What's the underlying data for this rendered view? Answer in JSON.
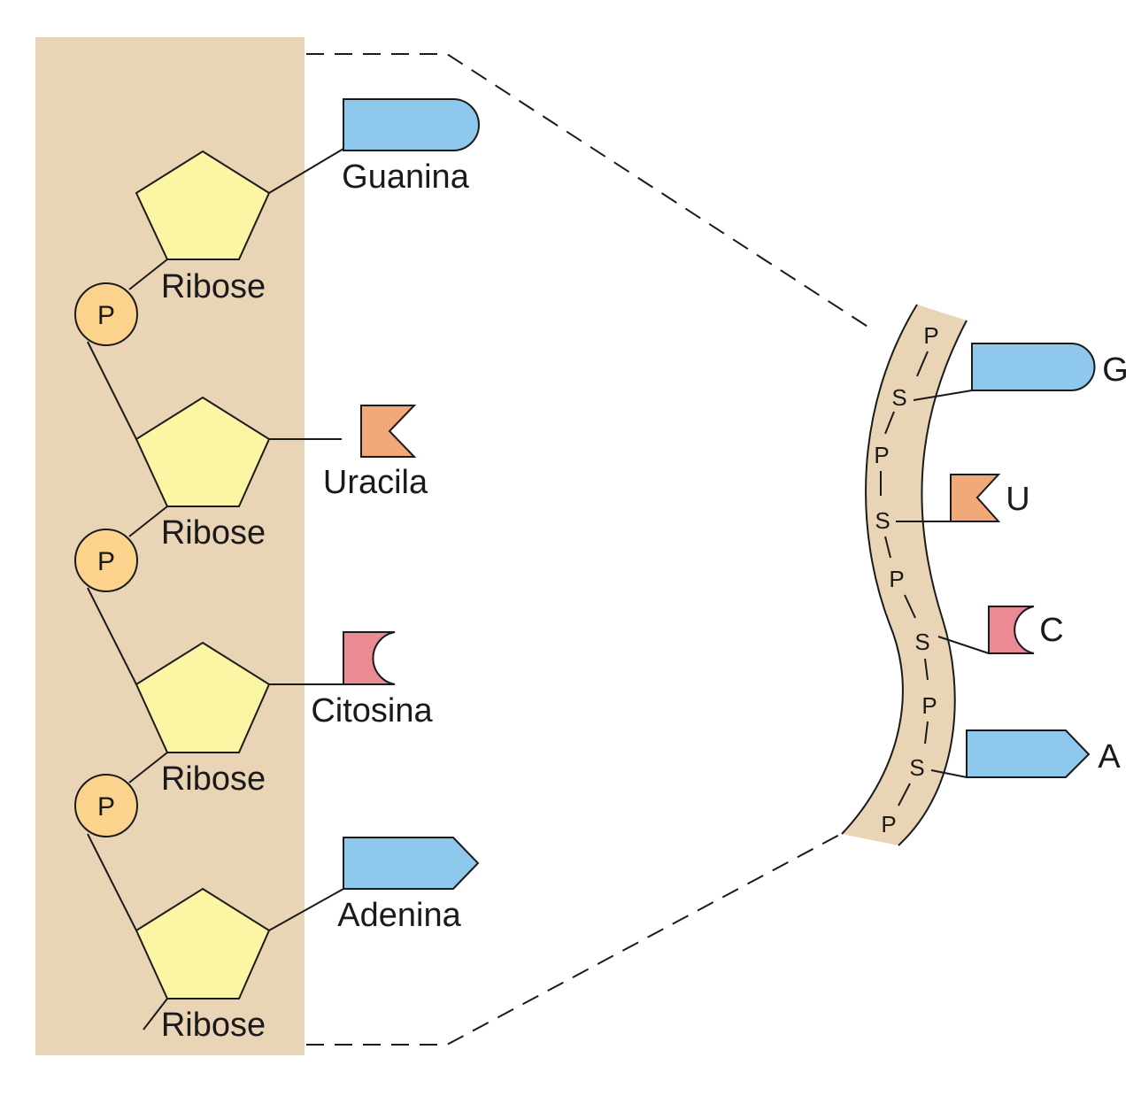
{
  "colors": {
    "background_panel": "#ead4b6",
    "sugar": "#fbf6a4",
    "phosphate": "#fbd38d",
    "purine": "#8ec8ec",
    "uracil": "#f2a97a",
    "cytosine": "#ea8a92"
  },
  "left": {
    "sugar_label": "Ribose",
    "phosphate_label": "P",
    "bases": [
      {
        "name": "Guanina",
        "shape": "rounded-tab"
      },
      {
        "name": "Uracila",
        "shape": "notch-flag"
      },
      {
        "name": "Citosina",
        "shape": "concave-flag"
      },
      {
        "name": "Adenina",
        "shape": "arrow-tab"
      }
    ]
  },
  "strand": {
    "letters": [
      "P",
      "S",
      "P",
      "S",
      "P",
      "S",
      "P",
      "S",
      "P"
    ],
    "bases": [
      "G",
      "U",
      "C",
      "A"
    ]
  }
}
